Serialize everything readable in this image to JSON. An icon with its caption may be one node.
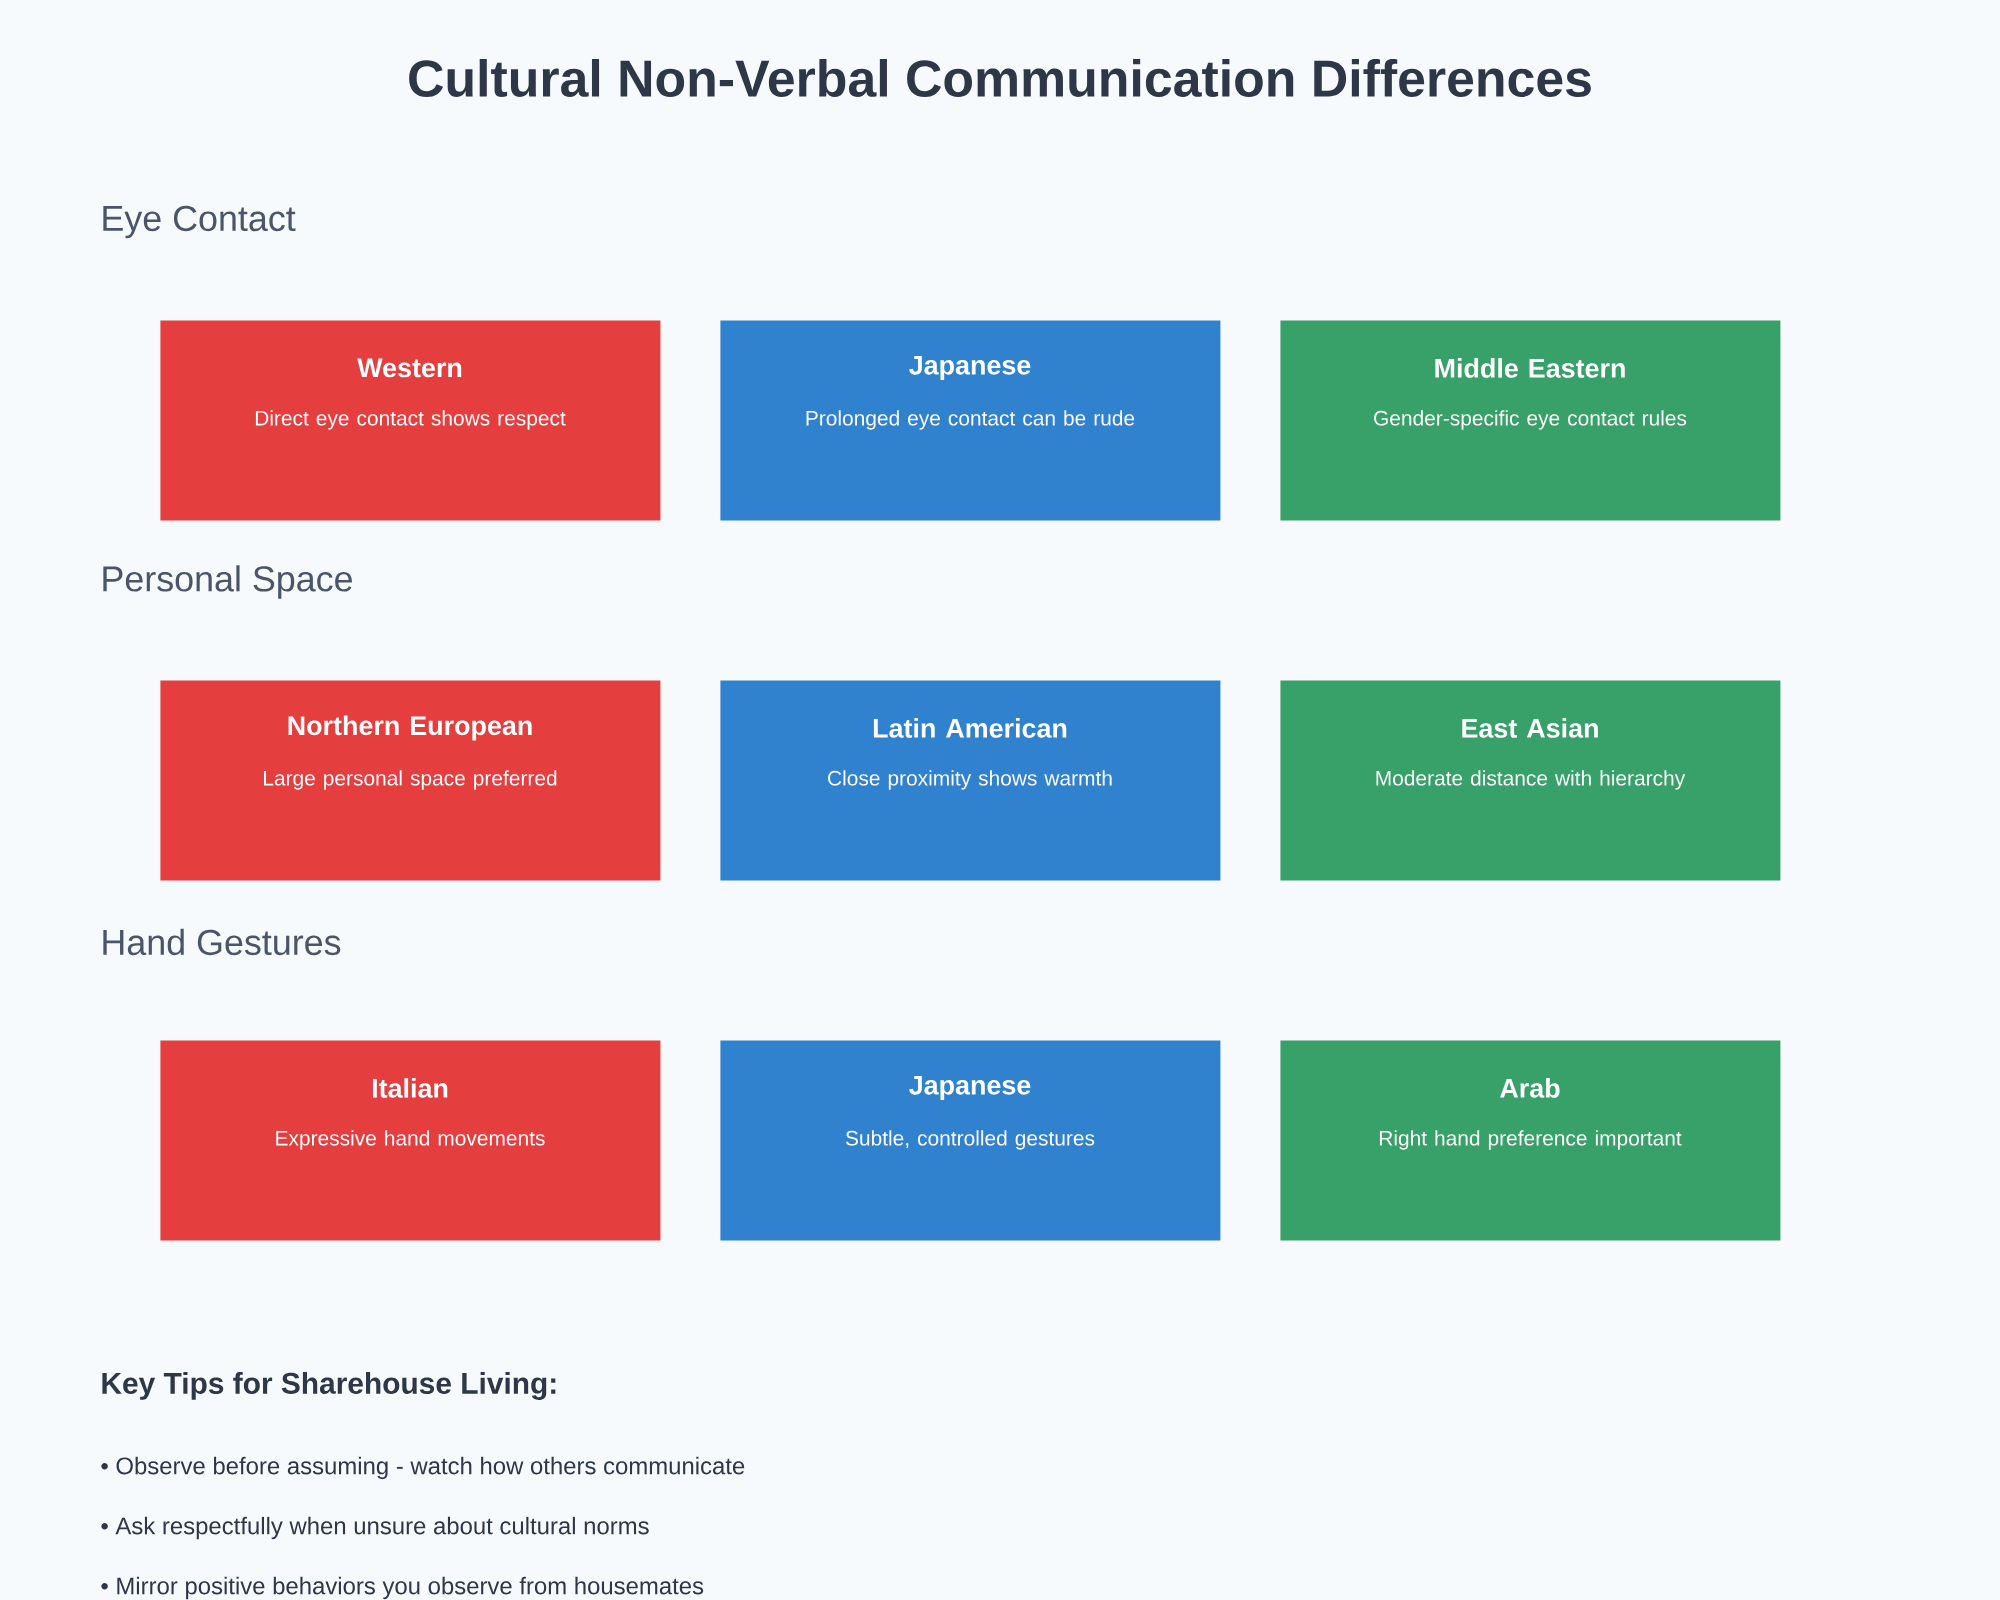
{
  "diagram": {
    "title": "Cultural Non-Verbal Communication Differences",
    "nodes": [
      {
        "text": [
          "Western",
          "Direct eye contact shows respect"
        ]
      },
      {
        "text": [
          "Japanese",
          "Prolonged eye contact can be rude"
        ]
      },
      {
        "text": [
          "Middle Eastern",
          "Gender-specific eye contact rules"
        ]
      },
      {
        "text": [
          "Northern European",
          "Large personal space preferred"
        ]
      },
      {
        "text": [
          "Latin American",
          "Close proximity shows warmth"
        ]
      },
      {
        "text": [
          "East Asian",
          "Moderate distance with hierarchy"
        ]
      },
      {
        "text": [
          "Italian",
          "Expressive hand movements"
        ]
      },
      {
        "text": [
          "Japanese",
          "Subtle, controlled gestures"
        ]
      },
      {
        "text": [
          "Arab",
          "Right hand preference important"
        ]
      }
    ],
    "labels": [
      "Eye Contact",
      "Personal Space",
      "Hand Gestures",
      "Key Tips for Sharehouse Living:",
      "• Observe before assuming - watch how others communicate",
      "• Ask respectfully when unsure about cultural norms",
      "• Mirror positive behaviors you observe from housemates"
    ]
  }
}
